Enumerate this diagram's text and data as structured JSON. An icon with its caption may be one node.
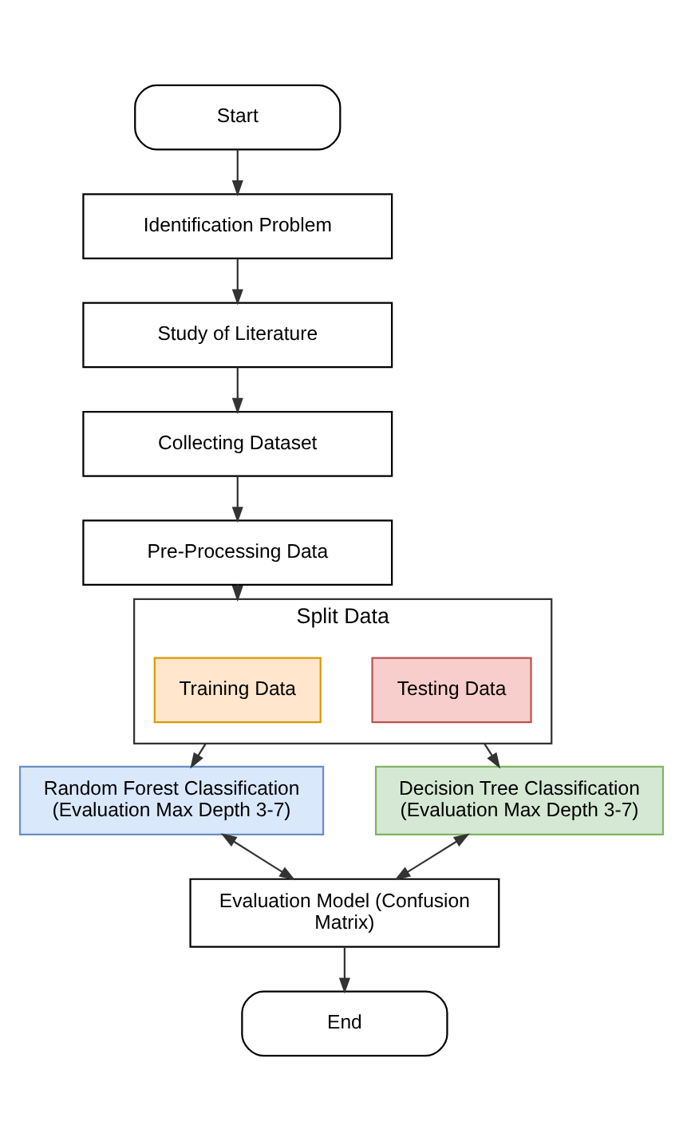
{
  "diagram": {
    "nodes": [
      {
        "text": [
          "Start"
        ]
      },
      {
        "text": [
          "Identification Problem"
        ]
      },
      {
        "text": [
          "Study of Literature"
        ]
      },
      {
        "text": [
          "Collecting Dataset"
        ]
      },
      {
        "text": [
          "Pre-Processing Data"
        ]
      },
      {
        "text": [
          "Split Data"
        ]
      },
      {
        "text": [
          "Training Data"
        ],
        "in": 5
      },
      {
        "text": [
          "Testing Data"
        ],
        "in": 5
      },
      {
        "text": [
          "Random Forest Classification (Evaluation Max Depth 3-7)"
        ]
      },
      {
        "text": [
          "Decision Tree Classification (Evaluation Max Depth 3-7)"
        ]
      },
      {
        "text": [
          "Evaluation Model (Confusion Matrix)"
        ]
      },
      {
        "text": [
          "End"
        ]
      }
    ],
    "edges": [
      {
        "from": 0,
        "to": 1,
        "arrow": "to"
      },
      {
        "from": 1,
        "to": 2,
        "arrow": "to"
      },
      {
        "from": 2,
        "to": 3,
        "arrow": "to"
      },
      {
        "from": 3,
        "to": 4,
        "arrow": "to"
      },
      {
        "from": 4,
        "to": 5,
        "arrow": "to"
      },
      {
        "from": 5,
        "to": 8,
        "arrow": "to"
      },
      {
        "from": 5,
        "to": 9,
        "arrow": "to"
      },
      {
        "from": 8,
        "to": 10,
        "arrow": "both"
      },
      {
        "from": 9,
        "to": 10,
        "arrow": "both"
      },
      {
        "from": 10,
        "to": 11,
        "arrow": "to"
      }
    ]
  }
}
